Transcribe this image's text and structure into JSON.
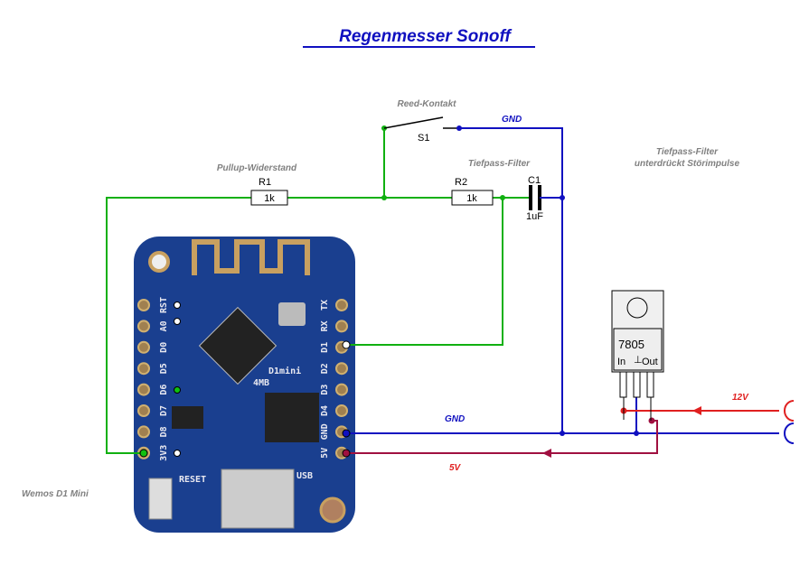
{
  "title": "Regenmesser Sonoff",
  "colors": {
    "title": "#1010c0",
    "green": "#10b010",
    "gnd": "#1010c0",
    "v12": "#e02020",
    "v5": "#a01040",
    "board": "#1a3f8f",
    "label": "#808080"
  },
  "labels": {
    "reed": "Reed-Kontakt",
    "s1": "S1",
    "gnd_top": "GND",
    "pullup": "Pullup-Widerstand",
    "r1": "R1",
    "r1_value": "1k",
    "tiefpass": "Tiefpass-Filter",
    "r2": "R2",
    "r2_value": "1k",
    "c1": "C1",
    "c1_value": "1uF",
    "note_line1": "Tiefpass-Filter",
    "note_line2": "unterdrückt Störimpulse",
    "gnd_bottom": "GND",
    "v5": "5V",
    "v12": "12V",
    "board_name": "Wemos D1 Mini"
  },
  "regulator": {
    "name": "7805",
    "in": "In",
    "gnd": "⊥",
    "out": "Out"
  },
  "board": {
    "left_pins": [
      "RST",
      "A0",
      "D0",
      "D5",
      "D6",
      "D7",
      "D8",
      "3V3"
    ],
    "right_pins": [
      "TX",
      "RX",
      "D1",
      "D2",
      "D3",
      "D4",
      "GND",
      "5V"
    ],
    "chip_label": "D1mini",
    "flash_label": "4MB",
    "reset_label": "RESET",
    "usb_label": "USB"
  }
}
